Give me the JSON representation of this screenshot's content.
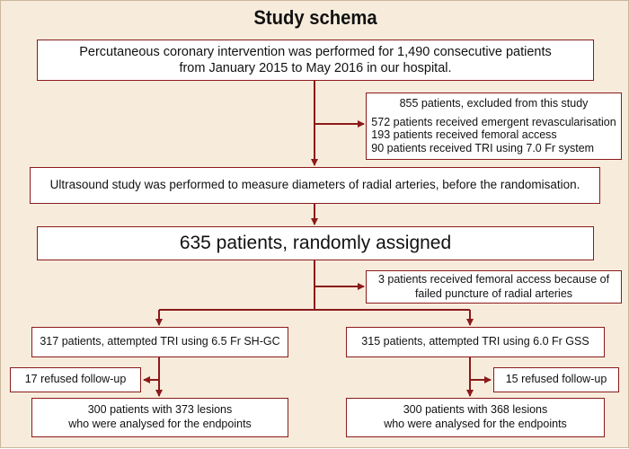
{
  "title": "Study schema",
  "boxes": {
    "pci": [
      "Percutaneous coronary intervention was performed for 1,490 consecutive patients",
      "from January 2015 to May 2016 in our hospital."
    ],
    "excluded_header": "855 patients, excluded from this study",
    "excluded_items": [
      "572 patients received emergent revascularisation",
      "193 patients received femoral access",
      "90 patients received TRI using 7.0 Fr system"
    ],
    "ultrasound": "Ultrasound study was performed to measure diameters of radial arteries, before the randomisation.",
    "randomised": "635 patients, randomly assigned",
    "failed_puncture": [
      "3 patients received femoral access because of",
      "failed puncture of radial arteries"
    ],
    "arm_left": "317 patients, attempted TRI using 6.5 Fr SH-GC",
    "arm_right": "315 patients, attempted TRI using 6.0 Fr GSS",
    "refused_left": "17 refused follow-up",
    "refused_right": "15 refused follow-up",
    "analysed_left": [
      "300 patients with 373 lesions",
      "who were analysed for the endpoints"
    ],
    "analysed_right": [
      "300 patients with 368 lesions",
      "who were analysed for the endpoints"
    ]
  },
  "colors": {
    "background": "#f7ecdc",
    "arrow": "#8b1a1a",
    "box_fill": "#ffffff"
  }
}
